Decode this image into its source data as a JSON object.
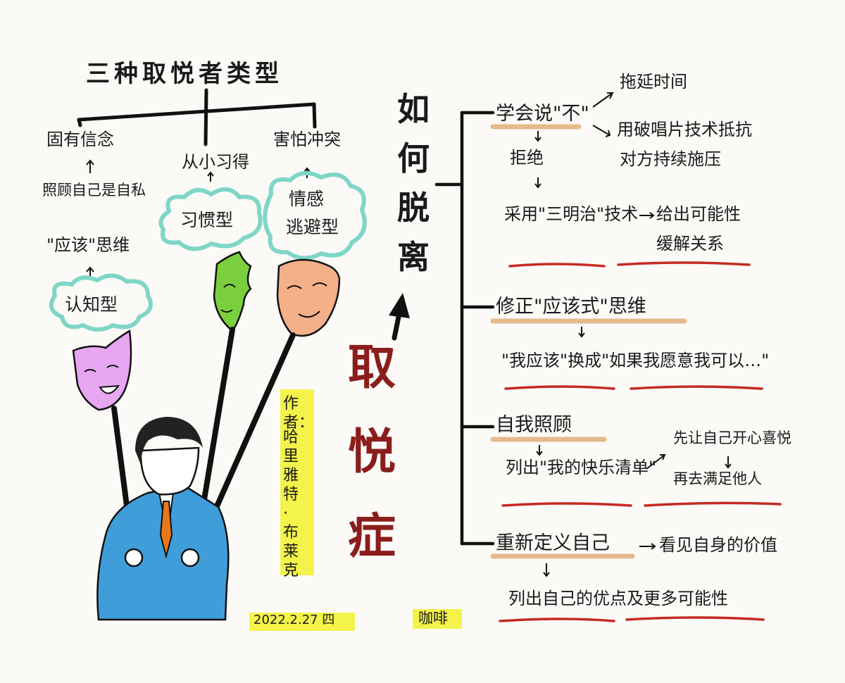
{
  "left": {
    "title": "三种取悦者类型",
    "type1": {
      "top": "固有信念",
      "mid1": "照顾自己是自私",
      "mid2": "\"应该\"思维",
      "cloud": "认知型"
    },
    "type2": {
      "top": "从小习得",
      "cloud": "习惯型"
    },
    "type3": {
      "top": "害怕冲突",
      "cloud_line1": "情感",
      "cloud_line2": "逃避型"
    }
  },
  "center": {
    "vertical_chars": [
      "如",
      "何",
      "脱",
      "离"
    ],
    "big_title_chars": [
      "取",
      "悦",
      "症"
    ],
    "author_lines": [
      "作者：",
      "哈里雅特·布莱克"
    ],
    "date": "2022.2.27 四",
    "signature": "咖啡"
  },
  "right": {
    "b1": {
      "head": "学会说\"不\"",
      "opt1": "拖延时间",
      "opt2_line1": "用破唱片技术抵抗",
      "opt2_line2": "对方持续施压",
      "sub": "拒绝",
      "step": "采用\"三明治\"技术",
      "result_line1": "给出可能性",
      "result_line2": "缓解关系"
    },
    "b2": {
      "head": "修正\"应该式\"思维",
      "example": "\"我应该\"换成\"如果我愿意我可以…\""
    },
    "b3": {
      "head": "自我照顾",
      "step": "列出\"我的快乐清单\"",
      "res1": "先让自己开心喜悦",
      "res2": "再去满足他人"
    },
    "b4": {
      "head": "重新定义自己",
      "tail": "看见自身的价值",
      "step": "列出自己的优点及更多可能性"
    }
  },
  "colors": {
    "dark_red": "#8a1e1c",
    "highlight_yellow": "#f3f34a",
    "cloud_teal": "#7fd6c7",
    "suit_blue": "#3f9ed9",
    "tie_orange": "#e9781d",
    "mask_pink": "#e6a6f2",
    "mask_green": "#7ccf3c",
    "mask_orange": "#f3b089",
    "underline_red": "#c52a22",
    "head_underline_tan": "#e2b07a"
  }
}
